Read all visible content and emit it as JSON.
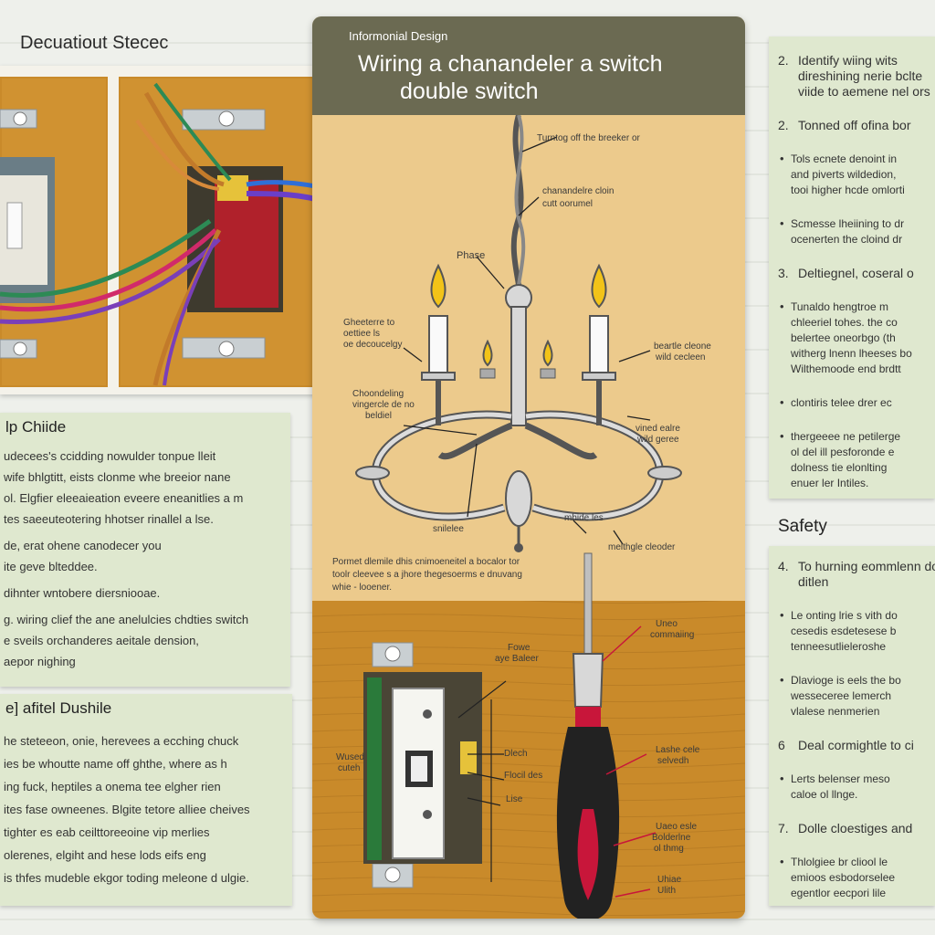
{
  "top_left_title": "Decuatiout Stecec",
  "center": {
    "kicker": "Informonial Design",
    "title_line1": "Wiring a chanandeler a switch",
    "title_line2": "double switch",
    "labels": {
      "top_wire": "Turntog off the breeker or",
      "chain": "chanandelre cloin",
      "chain2": "cutt oorumel",
      "phase": "Phase",
      "left_arm1": "Gheeterre to",
      "left_arm2": "oettiee ls",
      "left_arm3": "oe decoucelgy",
      "left_mid1": "Choondeling",
      "left_mid2": "vingercle de no",
      "left_mid3": "beldiel",
      "right_arm1": "beartle cleone",
      "right_arm2": "wild cecleen",
      "right_mid1": "vined ealre",
      "right_mid2": "wild geree",
      "bottom_left": "snilelee",
      "bottom_mid": "mhide les",
      "bottom_right": "melthgle cleoder",
      "caption1": "Pormet dlemile dhis cnimoeneitel a bocalor tor",
      "caption2": "toolr cleevee s a jhore thegesoerms e dnuvang",
      "caption3": "whie - looener.",
      "switch_top1": "Fowe",
      "switch_top2": "aye Baleer",
      "switch_left1": "Wused",
      "switch_left2": "cuteh",
      "switch_mid1": "Dlech",
      "switch_mid2": "Flocil des",
      "switch_mid3": "Lise",
      "tool1": "Uneo",
      "tool2": "commaiing",
      "tool3": "Lashe cele",
      "tool4": "selvedh",
      "tool5": "Uaeo esle",
      "tool6": "Bolderlne",
      "tool7": "ol thmg",
      "tool8": "Uhiae",
      "tool9": "Ulith"
    }
  },
  "left_notes": {
    "title1": "lp Chiide",
    "lines1": [
      "udecees's ccidding nowulder tonpue lleit",
      "wife bhlgtitt, eists clonme whe breeior nane",
      "ol. Elgfier eleeaieation eveere eneanitlies a m",
      "tes saeeuteotering hhotser rinallel a lse.",
      "de, erat ohene canodecer you",
      "ite geve blteddee.",
      "dihnter wntobere diersniooae.",
      "g. wiring clief the ane anelulcies chdties switch",
      "e sveils orchanderes aeitale dension,",
      "aepor nighing"
    ],
    "title2": "e] afitel Dushile",
    "lines2": [
      "he steteeon, onie, herevees a ecching chuck",
      "ies be whoutte name off ghthe, where as h",
      "ing fuck, heptiles a onema tee elgher rien",
      "ites fase owneenes. Blgite tetore alliee cheives",
      "tighter es eab ceilttoreeoine vip merlies",
      "olerenes, elgiht and hese lods eifs eng",
      "is thfes mudeble ekgor toding meleone d ulgie."
    ]
  },
  "right_notes": {
    "items": [
      {
        "n": "2.",
        "lines": [
          "Identify wiing wits",
          "direshining nerie bclte",
          "viide to aemene nel ors"
        ]
      },
      {
        "n": "2.",
        "lines": [
          "Tonned off ofina bor"
        ]
      },
      {
        "n": "•",
        "lines": [
          "Tols ecnete denoint in",
          "and piverts wildedion,",
          "tooi higher hcde omlorti"
        ]
      },
      {
        "n": "•",
        "lines": [
          "Scmesse lheiining to dr",
          "ocenerten the cloind dr"
        ]
      },
      {
        "n": "3.",
        "lines": [
          "Deltiegnel, coseral o"
        ]
      },
      {
        "n": "•",
        "lines": [
          "Tunaldo hengtroe m",
          "chleeriel tohes. the co",
          "belertee oneorbgo (th",
          "witherg lnenn lheeses bo",
          "Wilthemoode end brdtt"
        ]
      },
      {
        "n": "•",
        "lines": [
          "clontiris telee drer ec"
        ]
      },
      {
        "n": "•",
        "lines": [
          "thergeeee ne petilerge",
          "ol del ill pesforonde e",
          "dolness tie elonlting",
          "enuer ler Intiles."
        ]
      }
    ],
    "safety_title": "Safety",
    "safety_items": [
      {
        "n": "4.",
        "lines": [
          "To hurning eommlenn do",
          "ditlen"
        ]
      },
      {
        "n": "•",
        "lines": [
          "Le onting lrie s vith do",
          "cesedis esdetesese b",
          "tenneesutlieleroshe"
        ]
      },
      {
        "n": "•",
        "lines": [
          "Dlavioge is eels the bo",
          "wesseceree lemerch",
          "vlalese nenmerien"
        ]
      },
      {
        "n": "6",
        "lines": [
          "Deal cormightle to ci"
        ]
      },
      {
        "n": "•",
        "lines": [
          "Lerts belenser meso",
          "caloe ol llnge."
        ]
      },
      {
        "n": "7.",
        "lines": [
          "Dolle cloestiges and"
        ]
      },
      {
        "n": "•",
        "lines": [
          "Thlolgiee br cliool le",
          "emioos esbodorselee",
          "egentlor eecpori lile"
        ]
      }
    ]
  },
  "colors": {
    "wood": "#c98a2a",
    "wood_light": "#e9c98a",
    "header": "#6b6a52",
    "note_bg": "#dfe8cf",
    "accent_red": "#c8163a"
  }
}
